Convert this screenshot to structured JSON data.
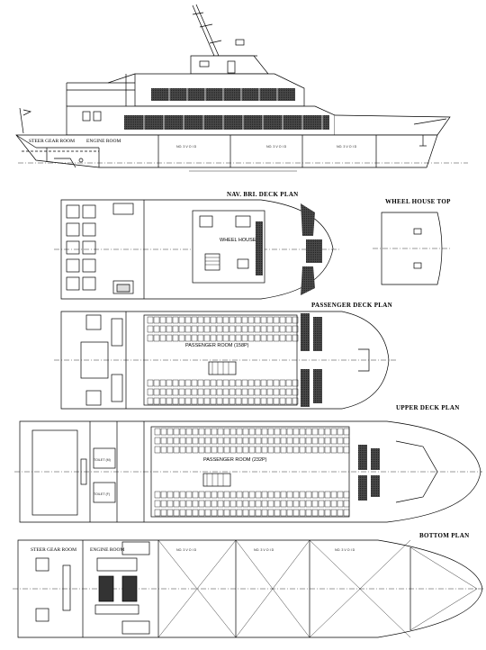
{
  "titles": {
    "nav_bri_deck": "NAV. BRI. DECK PLAN",
    "wheel_house_top": "WHEEL HOUSE TOP",
    "passenger_deck": "PASSENGER DECK PLAN",
    "upper_deck": "UPPER DECK PLAN",
    "bottom": "BOTTOM PLAN"
  },
  "profile": {
    "steer_gear_room": "STEER GEAR ROOM",
    "engine_room": "ENGINE ROOM",
    "void_label": "NO. 3 V O I D"
  },
  "nav_deck": {
    "wheel_house": "WHEEL HOUSE"
  },
  "passenger_deck": {
    "room": "PASSENGER ROOM (158P)"
  },
  "upper_deck": {
    "room": "PASSENGER ROOM (232P)",
    "toilet_m": "TOILET (M)",
    "toilet_f": "TOILET (F)"
  },
  "bottom": {
    "steer_gear_room": "STEER GEAR ROOM",
    "engine_room": "ENGINE ROOM",
    "void_label": "NO. 3 V O I D"
  }
}
